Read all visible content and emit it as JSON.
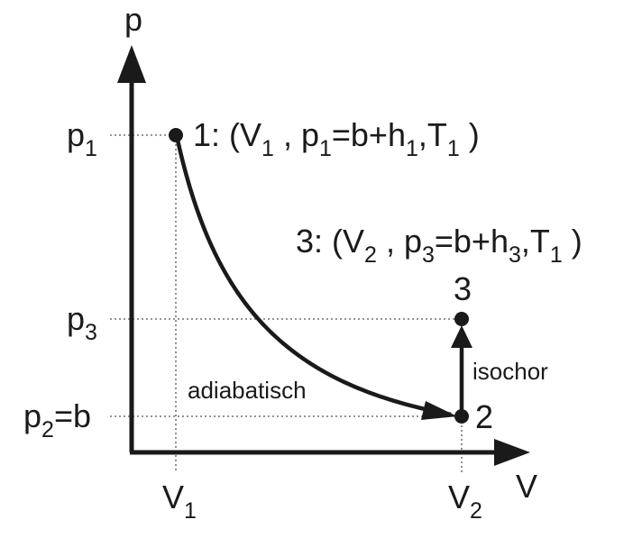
{
  "axes": {
    "y_label": "p",
    "x_label": "V",
    "y_ticks": [
      {
        "base": "p",
        "sub": "1",
        "tail": ""
      },
      {
        "base": "p",
        "sub": "3",
        "tail": ""
      },
      {
        "base": "p",
        "sub": "2",
        "tail": "=b"
      }
    ],
    "x_ticks": [
      {
        "base": "V",
        "sub": "1"
      },
      {
        "base": "V",
        "sub": "2"
      }
    ]
  },
  "states": {
    "s1": {
      "id": "1",
      "prefix": "1: (V",
      "v_sub": "1",
      "sep": " , p",
      "p_sub": "1",
      "mid": "=b+h",
      "h_sub": "1",
      "t": ",T",
      "t_sub": "1",
      "close": " )"
    },
    "s3": {
      "id": "3",
      "prefix": "3: (V",
      "v_sub": "2",
      "sep": " , p",
      "p_sub": "3",
      "mid": "=b+h",
      "h_sub": "3",
      "t": ",T",
      "t_sub": "1",
      "close": " )"
    },
    "s2": {
      "id": "2"
    }
  },
  "processes": {
    "adiabatic": "adiabatisch",
    "isochoric": "isochor"
  },
  "colors": {
    "ink": "#1a1a1a",
    "guide": "#555555"
  }
}
